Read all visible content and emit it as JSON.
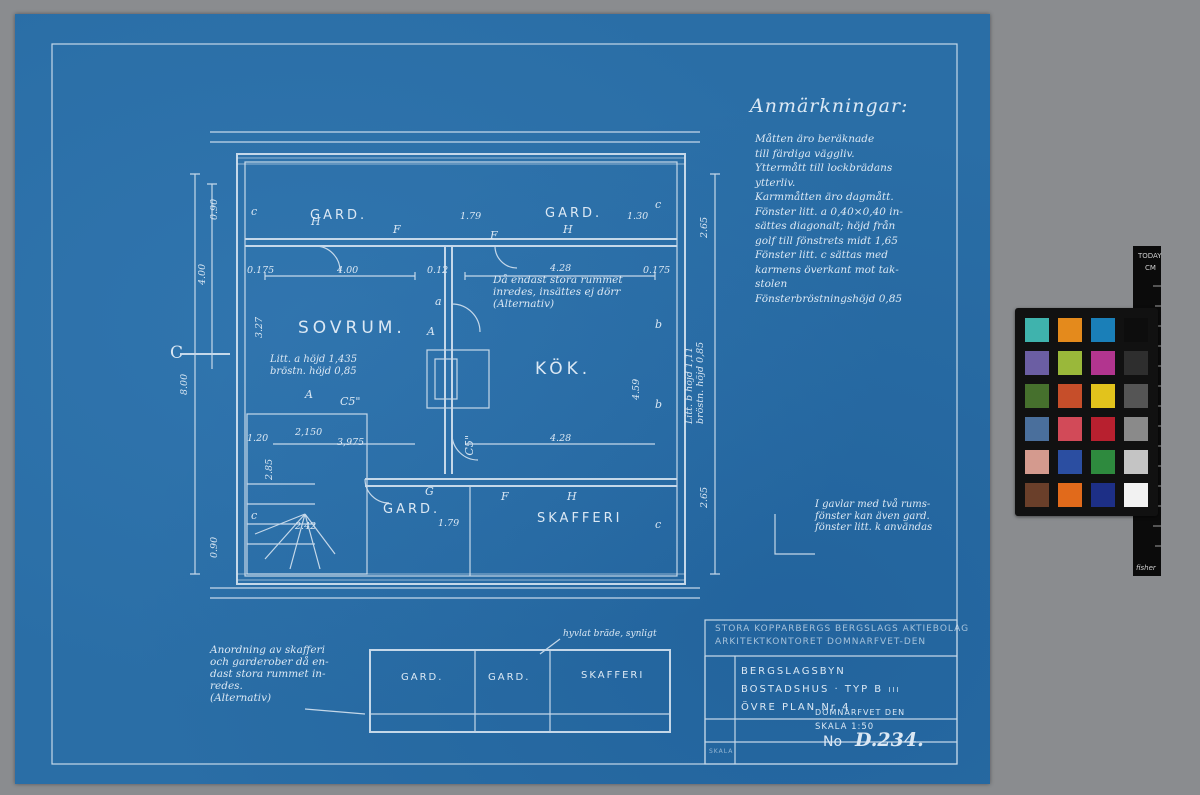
{
  "notes": {
    "title": "Anmärkningar:",
    "body": "Måtten äro beräknade\ntill färdiga väggliv.\nYttermått till lockbrädans\nytterliv.\nKarmmåtten äro dagmått.\nFönster litt. a 0,40×0,40 in-\nsättes diagonalt; höjd från\ngolf till fönstrets midt 1,65\nFönster litt. c sättas med\nkarmens överkant mot tak-\nstolen\nFönsterbröstningshöjd 0,85"
  },
  "rooms": {
    "gard_top_left": "GARD.",
    "gard_top_right": "GARD.",
    "sovrum": "SOVRUM.",
    "kok": "KÖK.",
    "gard_bottom": "GARD.",
    "skafferi": "SKAFFERI"
  },
  "annotations": {
    "alt_door": "Då endast stora rummet\ninredes, insättes ej dörr\n(Alternativ)",
    "litt_a": "Litt. a höjd 1,435\nbröstn. höjd 0,85",
    "litt_b": "Litt. b höjd 1,11\nbröstn. höjd 0,85",
    "gavlar": "I gavlar med två rums-\nfönster kan även gard.\nfönster litt. k användas",
    "anordning": "Anordning av skafferi\noch garderober då en-\ndast stora rummet in-\nredes.\n(Alternativ)",
    "hyvlat": "hyvlat bräde, synligt",
    "section_c": "C"
  },
  "dimensions": {
    "d400": "4.00",
    "d428": "4.28",
    "d428b": "4.28",
    "d800": "8.00",
    "d459": "4.59",
    "d400v": "4.00",
    "d265a": "2.65",
    "d265b": "2.65",
    "d327": "3.27",
    "d242": "2.42",
    "d2150": "2,150",
    "d3975": "3,975",
    "d179": "1.79",
    "d179b": "1.79",
    "d130": "1.30",
    "d090": "0.90",
    "d090b": "0.90",
    "d0175": "0.175",
    "d012": "0.12",
    "d0175b": "0.175",
    "d120": "1.20",
    "d285": "2.85",
    "c5a": "C5\"",
    "c5b": "C5\""
  },
  "labels": {
    "H1": "H",
    "F1": "F",
    "F2": "F",
    "H2": "H",
    "A1": "A",
    "A2": "A",
    "F3": "F",
    "H3": "H",
    "G": "G",
    "b1": "b",
    "b2": "b",
    "c1": "c",
    "c2": "c",
    "c3": "c",
    "c4": "c",
    "a1": "a"
  },
  "title_block": {
    "company1": "STORA KOPPARBERGS BERGSLAGS AKTIEBOLAG",
    "company2": "ARKITEKTKONTORET DOMNARFVET-DEN",
    "project": "BERGSLAGSBYN",
    "type": "BOSTADSHUS · TYP  B",
    "type_suffix": "III",
    "plan": "ÖVRE PLAN  Nr 4",
    "place_date": "DOMNARFVET DEN",
    "scale": "SKALA 1:50",
    "number_prefix": "No",
    "number": "D.234.",
    "skala_small": "SKALA"
  },
  "alt_plan": {
    "gard1": "GARD.",
    "gard2": "GARD.",
    "skafferi": "SKAFFERI"
  },
  "ruler": {
    "brand": "TODAY",
    "unit": "CM",
    "maker": "fisher"
  },
  "colors": {
    "sheet": "#2a6ea6",
    "line": "#d6e4f1"
  },
  "checker_patches": [
    "#3fb3ad",
    "#e48a1c",
    "#1a7fb8",
    "#0d0d0d",
    "#6b5ea3",
    "#9ab83a",
    "#b2358f",
    "#2e2e2e",
    "#46702d",
    "#c64e2a",
    "#e2c31c",
    "#555555",
    "#4a6f9c",
    "#d24a58",
    "#b8202f",
    "#8a8a8a",
    "#d49a8e",
    "#2b4ea1",
    "#2e8a3e",
    "#c4c4c4",
    "#6a3f2a",
    "#e16a1b",
    "#1d2f86",
    "#f2f2f2"
  ]
}
